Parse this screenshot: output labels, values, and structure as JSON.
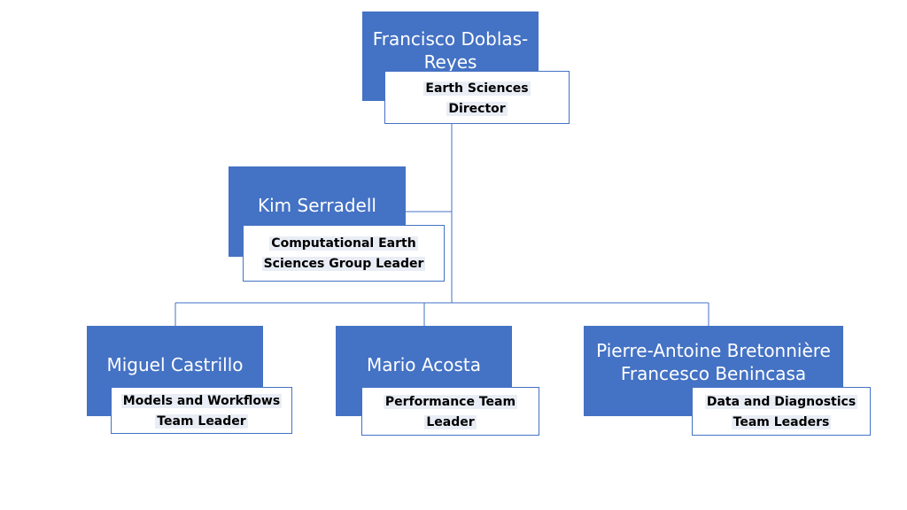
{
  "colors": {
    "node_fill": "#4472C4",
    "connector": "#4472C4",
    "role_border": "#4472C4",
    "node_text": "#ffffff",
    "role_text": "#000000"
  },
  "director": {
    "name_lines": [
      "Francisco Doblas-",
      "Reyes"
    ],
    "role_lines": [
      "Earth Sciences",
      "Director"
    ]
  },
  "group_leader": {
    "name_lines": [
      "Kim Serradell"
    ],
    "role_lines": [
      "Computational Earth",
      "Sciences Group Leader"
    ]
  },
  "team_leaders": [
    {
      "name_lines": [
        "Miguel Castrillo"
      ],
      "role_lines": [
        "Models and Workflows",
        "Team Leader"
      ]
    },
    {
      "name_lines": [
        "Mario Acosta"
      ],
      "role_lines": [
        "Performance Team",
        "Leader"
      ]
    },
    {
      "name_lines": [
        "Pierre-Antoine Bretonnière",
        "Francesco Benincasa"
      ],
      "role_lines": [
        "Data and Diagnostics",
        "Team Leaders"
      ]
    }
  ]
}
